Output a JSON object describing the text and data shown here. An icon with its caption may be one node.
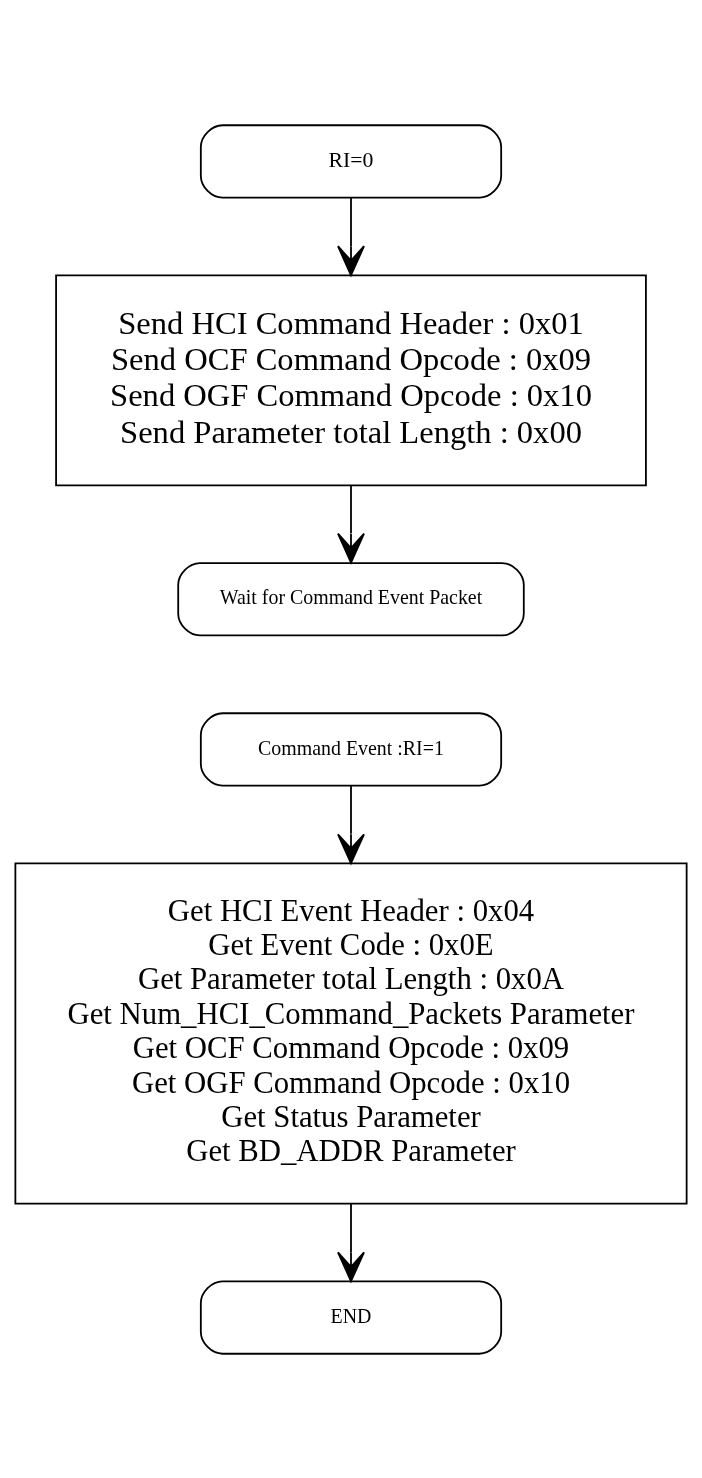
{
  "diagram": {
    "nodes": [
      {
        "text": [
          "RI=0"
        ]
      },
      {
        "text": [
          "Send HCI Command Header : 0x01",
          "Send OCF Command Opcode : 0x09",
          "Send OGF Command Opcode : 0x10",
          "Send Parameter total Length : 0x00"
        ]
      },
      {
        "text": [
          "Wait for Command Event Packet"
        ]
      },
      {
        "text": [
          "Command Event :RI=1"
        ]
      },
      {
        "text": [
          "Get HCI Event Header : 0x04",
          "Get Event Code : 0x0E",
          "Get Parameter total Length : 0x0A",
          "Get Num_HCI_Command_Packets Parameter",
          "Get OCF Command Opcode : 0x09",
          "Get OGF Command Opcode : 0x10",
          "Get Status Parameter",
          "Get BD_ADDR Parameter"
        ]
      },
      {
        "text": [
          "END"
        ]
      }
    ],
    "edges": [
      {
        "from": 0,
        "to": 1,
        "arrow": "to"
      },
      {
        "from": 1,
        "to": 2,
        "arrow": "to"
      },
      {
        "from": 3,
        "to": 4,
        "arrow": "to"
      },
      {
        "from": 4,
        "to": 5,
        "arrow": "to"
      }
    ]
  }
}
